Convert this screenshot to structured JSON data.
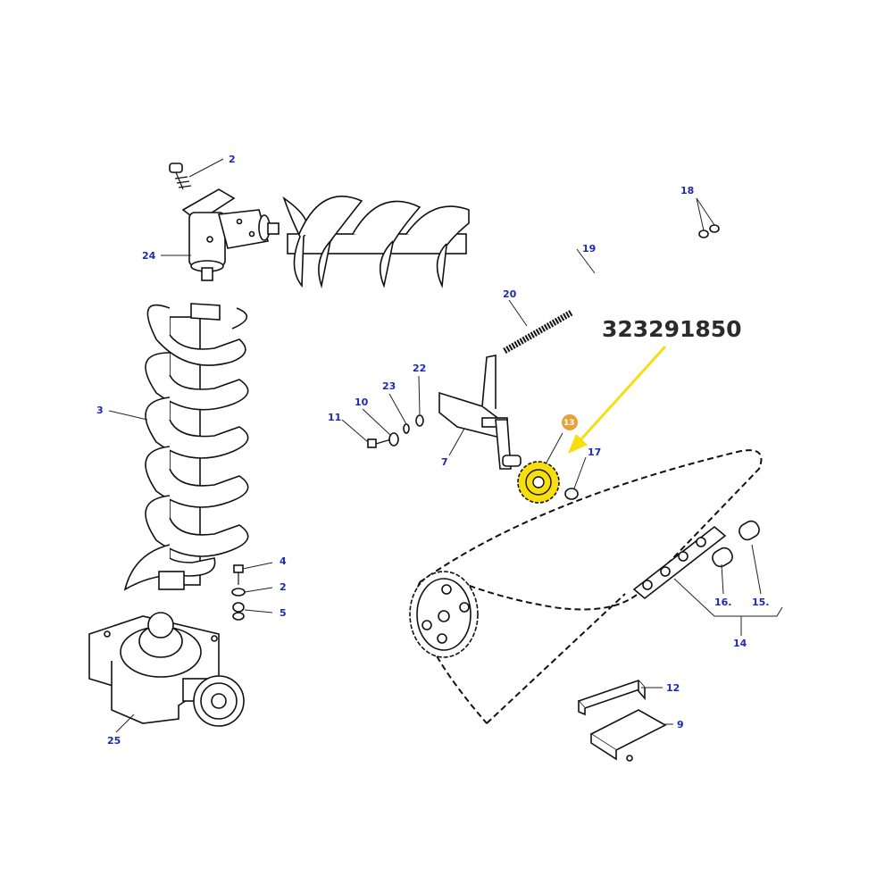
{
  "diagram": {
    "part_number": "323291850",
    "highlight_color": "#f6de0f",
    "label_color": "#1c2bb0",
    "callouts": {
      "c2a": "2",
      "c24": "24",
      "c3": "3",
      "c18": "18",
      "c19": "19",
      "c20": "20",
      "c22": "22",
      "c23": "23",
      "c10": "10",
      "c11": "11",
      "c7": "7",
      "c13": "13",
      "c17": "17",
      "c4": "4",
      "c2b": "2",
      "c5": "5",
      "c16": "16.",
      "c15": "15.",
      "c14": "14",
      "c12": "12",
      "c9": "9",
      "c25": "25"
    }
  }
}
